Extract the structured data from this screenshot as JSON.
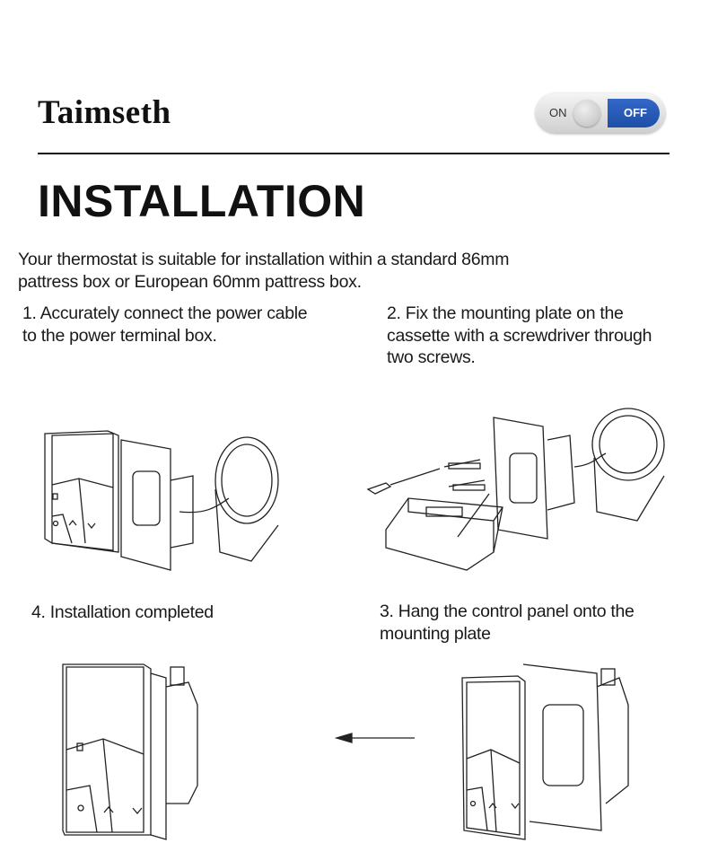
{
  "header": {
    "brand": "Taimseth",
    "toggle": {
      "on_label": "ON",
      "off_label": "OFF",
      "state": "OFF",
      "accent": "#2458b8"
    }
  },
  "title": "INSTALLATION",
  "intro": [
    "Your thermostat is suitable for installation within a standard 86mm",
    "pattress box or European 60mm pattress box."
  ],
  "steps": {
    "step1": [
      "1. Accurately connect the power cable",
      "to the power terminal box."
    ],
    "step2": [
      "2. Fix the mounting plate on the",
      "cassette with a screwdriver through",
      "two screws."
    ],
    "step3": [
      "3. Hang the control panel onto the",
      "mounting plate"
    ],
    "step4": [
      "4. Installation completed"
    ]
  }
}
